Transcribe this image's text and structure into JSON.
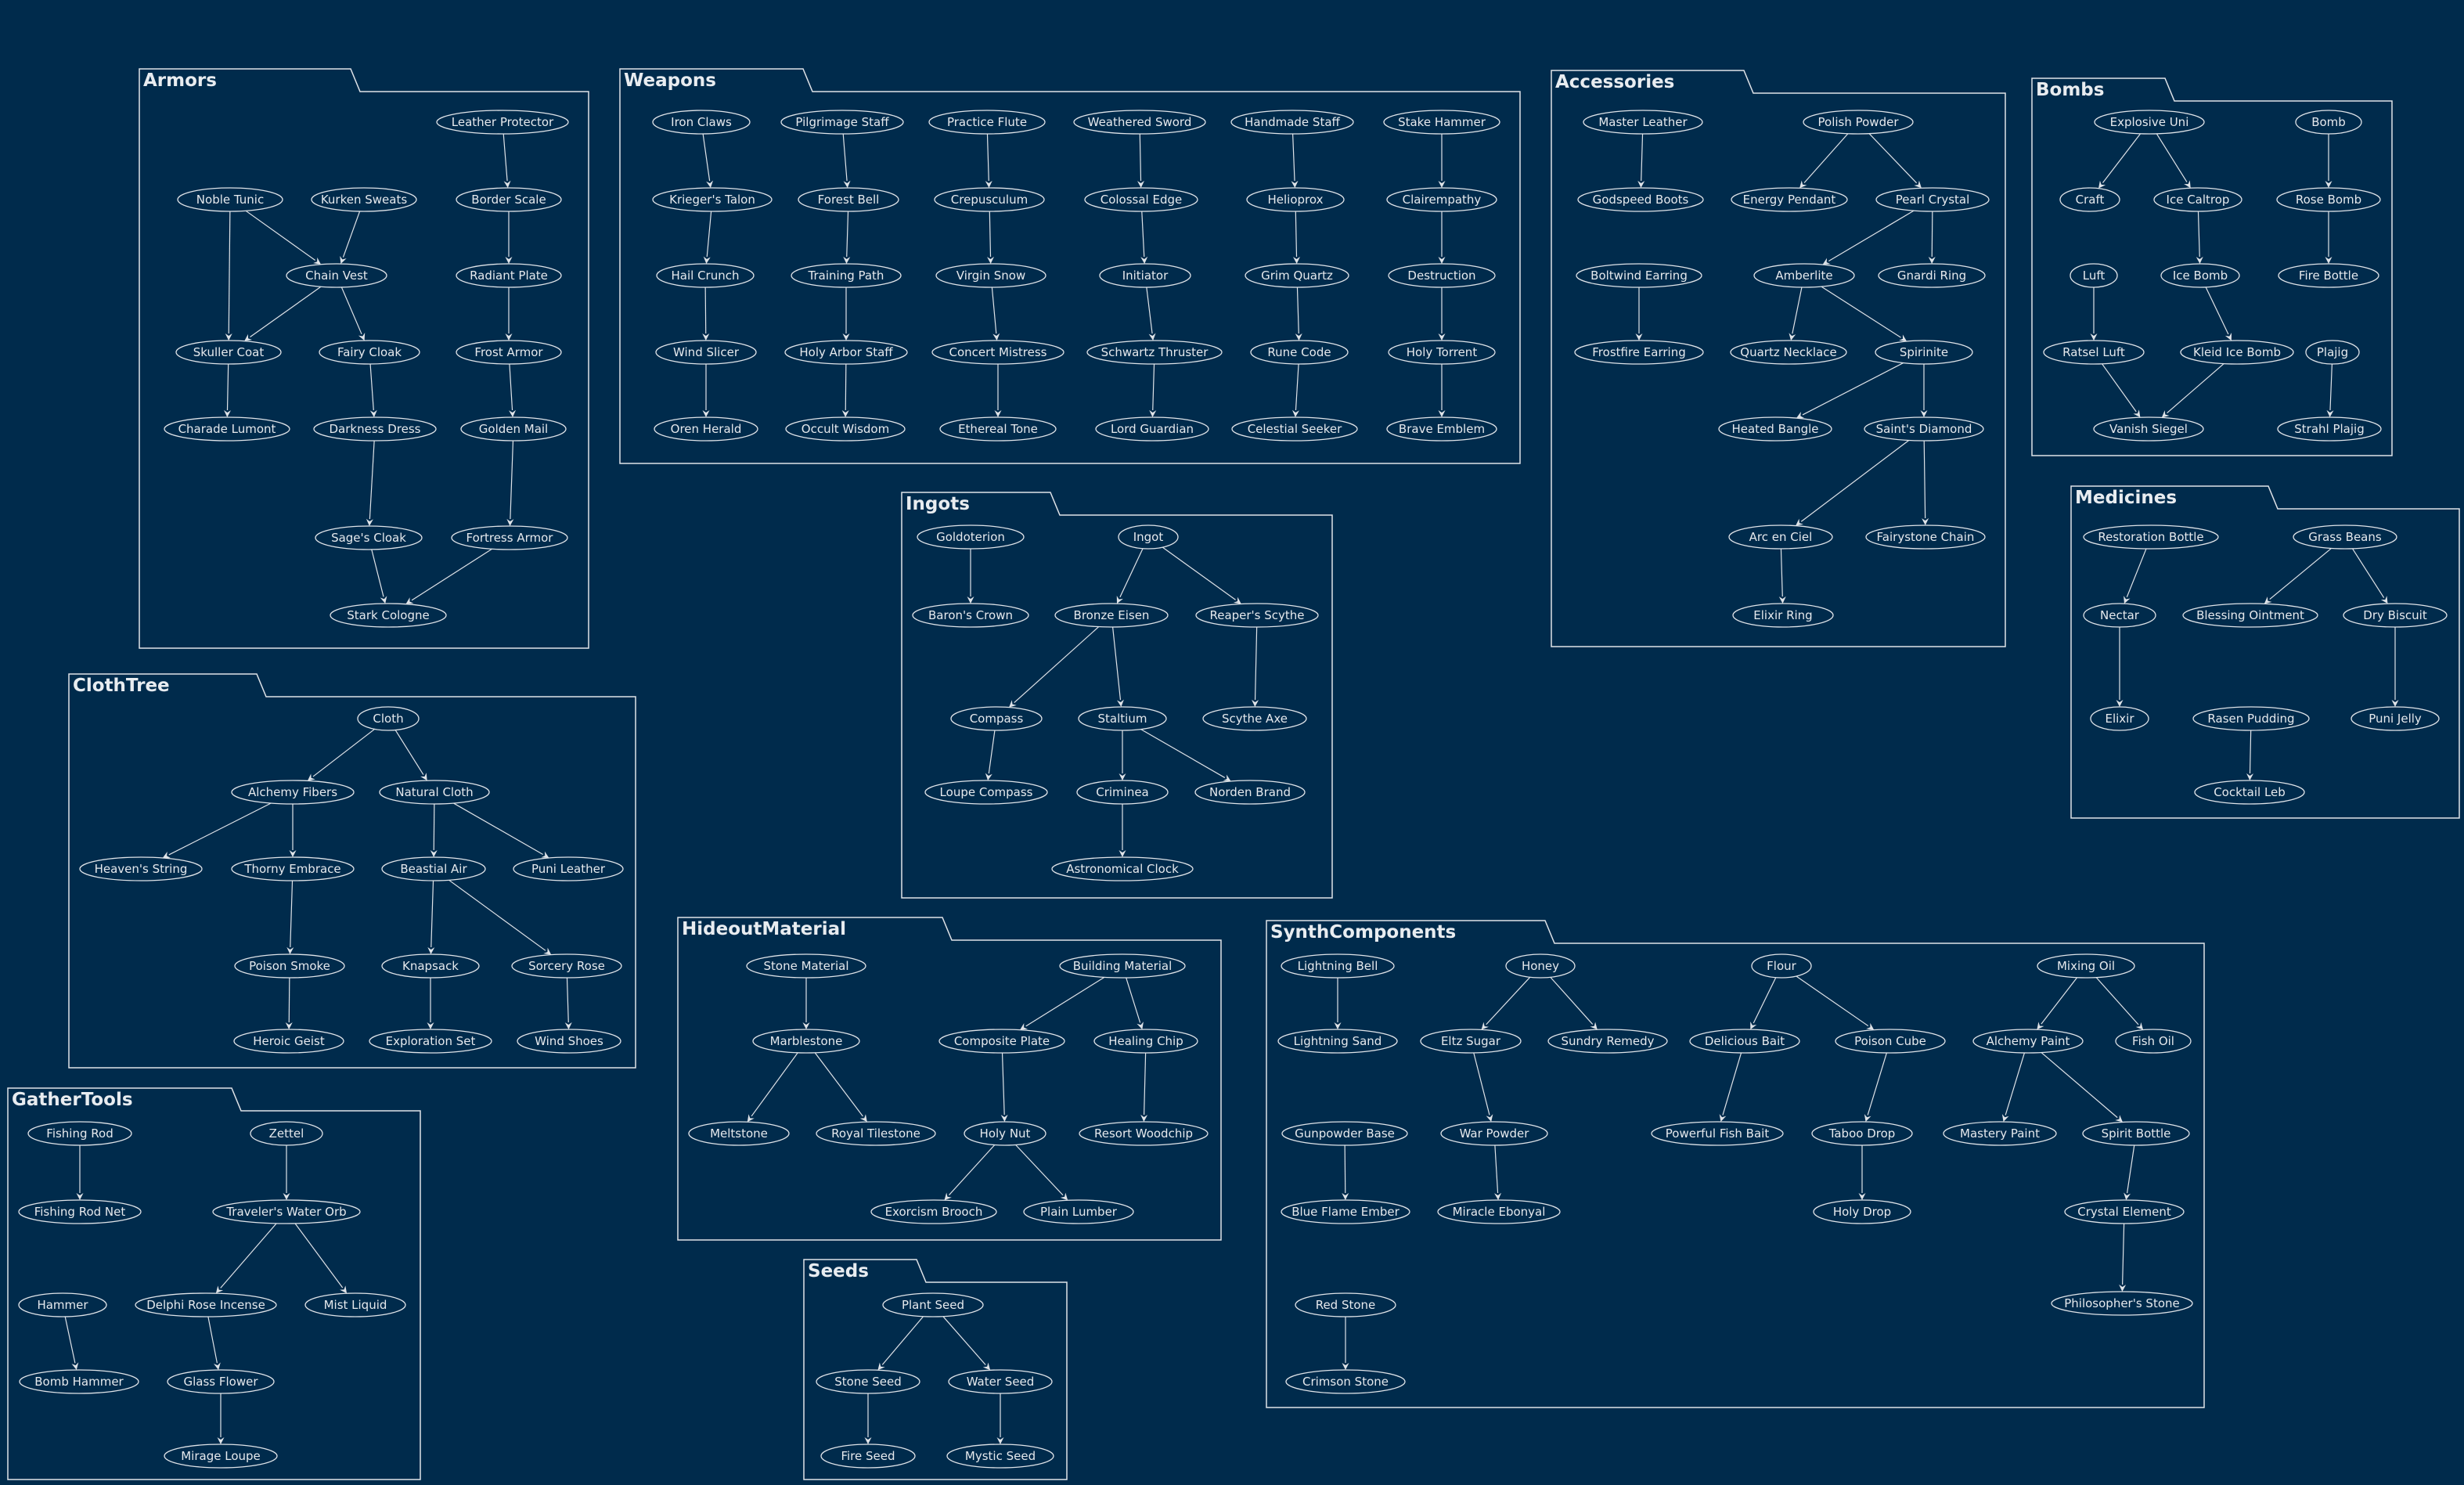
{
  "packages": [
    {
      "id": "armors",
      "title": "Armors",
      "nodes": {
        "lp": "Leather Protector",
        "nt": "Noble Tunic",
        "ks": "Kurken Sweats",
        "bs": "Border Scale",
        "cv": "Chain Vest",
        "rp": "Radiant Plate",
        "sc": "Skuller Coat",
        "fc": "Fairy Cloak",
        "fa": "Frost Armor",
        "cl": "Charade Lumont",
        "dd": "Darkness Dress",
        "gm": "Golden Mail",
        "sg": "Sage's Cloak",
        "fo": "Fortress Armor",
        "st": "Stark Cologne"
      },
      "edges": [
        [
          "lp",
          "bs"
        ],
        [
          "bs",
          "rp"
        ],
        [
          "rp",
          "fa"
        ],
        [
          "fa",
          "gm"
        ],
        [
          "gm",
          "fo"
        ],
        [
          "fo",
          "st"
        ],
        [
          "nt",
          "cv"
        ],
        [
          "ks",
          "cv"
        ],
        [
          "nt",
          "sc"
        ],
        [
          "cv",
          "sc"
        ],
        [
          "cv",
          "fc"
        ],
        [
          "sc",
          "cl"
        ],
        [
          "fc",
          "dd"
        ],
        [
          "dd",
          "sg"
        ],
        [
          "sg",
          "st"
        ]
      ]
    },
    {
      "id": "weapons",
      "title": "Weapons",
      "nodes": {
        "ic": "Iron Claws",
        "ps": "Pilgrimage Staff",
        "pf": "Practice Flute",
        "ws": "Weathered Sword",
        "hs": "Handmade Staff",
        "sh": "Stake Hammer",
        "kt": "Krieger's Talon",
        "fb": "Forest Bell",
        "cr": "Crepusculum",
        "ce": "Colossal Edge",
        "he": "Helioprox",
        "cp": "Clairempathy",
        "hc": "Hail Crunch",
        "tp": "Training Path",
        "vs": "Virgin Snow",
        "in": "Initiator",
        "gq": "Grim Quartz",
        "de": "Destruction",
        "wsl": "Wind Slicer",
        "ha": "Holy Arbor Staff",
        "cm": "Concert Mistress",
        "sth": "Schwartz Thruster",
        "rc": "Rune Code",
        "ht": "Holy Torrent",
        "oh": "Oren Herald",
        "ow": "Occult Wisdom",
        "et": "Ethereal Tone",
        "lg": "Lord Guardian",
        "cs": "Celestial Seeker",
        "be": "Brave Emblem"
      },
      "edges": [
        [
          "ic",
          "kt"
        ],
        [
          "kt",
          "hc"
        ],
        [
          "hc",
          "wsl"
        ],
        [
          "wsl",
          "oh"
        ],
        [
          "ps",
          "fb"
        ],
        [
          "fb",
          "tp"
        ],
        [
          "tp",
          "ha"
        ],
        [
          "ha",
          "ow"
        ],
        [
          "pf",
          "cr"
        ],
        [
          "cr",
          "vs"
        ],
        [
          "vs",
          "cm"
        ],
        [
          "cm",
          "et"
        ],
        [
          "ws",
          "ce"
        ],
        [
          "ce",
          "in"
        ],
        [
          "in",
          "sth"
        ],
        [
          "sth",
          "lg"
        ],
        [
          "hs",
          "he"
        ],
        [
          "he",
          "gq"
        ],
        [
          "gq",
          "rc"
        ],
        [
          "rc",
          "cs"
        ],
        [
          "sh",
          "cp"
        ],
        [
          "cp",
          "de"
        ],
        [
          "de",
          "ht"
        ],
        [
          "ht",
          "be"
        ]
      ]
    },
    {
      "id": "accessories",
      "title": "Accessories",
      "nodes": {
        "ml": "Master Leather",
        "pp": "Polish Powder",
        "gb": "Godspeed Boots",
        "ep": "Energy Pendant",
        "pc": "Pearl Crystal",
        "be": "Boltwind Earring",
        "am": "Amberlite",
        "gr": "Gnardi Ring",
        "fe": "Frostfire Earring",
        "qn": "Quartz Necklace",
        "sp": "Spirinite",
        "hb": "Heated Bangle",
        "sd": "Saint's Diamond",
        "ac": "Arc en Ciel",
        "fc": "Fairystone Chain",
        "er": "Elixir Ring"
      },
      "edges": [
        [
          "ml",
          "gb"
        ],
        [
          "pp",
          "ep"
        ],
        [
          "pp",
          "pc"
        ],
        [
          "pc",
          "am"
        ],
        [
          "pc",
          "gr"
        ],
        [
          "be",
          "fe"
        ],
        [
          "am",
          "qn"
        ],
        [
          "am",
          "sp"
        ],
        [
          "sp",
          "hb"
        ],
        [
          "sp",
          "sd"
        ],
        [
          "sd",
          "ac"
        ],
        [
          "sd",
          "fc"
        ],
        [
          "ac",
          "er"
        ]
      ]
    },
    {
      "id": "bombs",
      "title": "Bombs",
      "nodes": {
        "eu": "Explosive Uni",
        "bo": "Bomb",
        "cr": "Craft",
        "ic": "Ice Caltrop",
        "rb": "Rose Bomb",
        "ib": "Ice Bomb",
        "fb": "Fire Bottle",
        "lu": "Luft",
        "rl": "Ratsel Luft",
        "ki": "Kleid Ice Bomb",
        "pl": "Plajig",
        "vs": "Vanish Siegel",
        "sp": "Strahl Plajig"
      },
      "edges": [
        [
          "eu",
          "cr"
        ],
        [
          "eu",
          "ic"
        ],
        [
          "ic",
          "ib"
        ],
        [
          "ib",
          "ki"
        ],
        [
          "bo",
          "rb"
        ],
        [
          "rb",
          "fb"
        ],
        [
          "lu",
          "rl"
        ],
        [
          "rl",
          "vs"
        ],
        [
          "ki",
          "vs"
        ],
        [
          "pl",
          "sp"
        ]
      ]
    },
    {
      "id": "ingots",
      "title": "Ingots",
      "nodes": {
        "go": "Goldoterion",
        "ig": "Ingot",
        "bc": "Baron's Crown",
        "bz": "Bronze Eisen",
        "rs": "Reaper's Scythe",
        "co": "Compass",
        "st": "Staltium",
        "sa": "Scythe Axe",
        "lc": "Loupe Compass",
        "cr": "Criminea",
        "nb": "Norden Brand",
        "ac": "Astronomical Clock"
      },
      "edges": [
        [
          "go",
          "bc"
        ],
        [
          "ig",
          "bz"
        ],
        [
          "ig",
          "rs"
        ],
        [
          "bz",
          "co"
        ],
        [
          "bz",
          "st"
        ],
        [
          "rs",
          "sa"
        ],
        [
          "co",
          "lc"
        ],
        [
          "st",
          "cr"
        ],
        [
          "st",
          "nb"
        ],
        [
          "cr",
          "ac"
        ]
      ]
    },
    {
      "id": "medicines",
      "title": "Medicines",
      "nodes": {
        "rb": "Restoration Bottle",
        "gb": "Grass Beans",
        "ne": "Nectar",
        "bo": "Blessing Ointment",
        "db": "Dry Biscuit",
        "el": "Elixir",
        "rpu": "Rasen Pudding",
        "pj": "Puni Jelly",
        "cl": "Cocktail Leb"
      },
      "edges": [
        [
          "rb",
          "ne"
        ],
        [
          "gb",
          "bo"
        ],
        [
          "gb",
          "db"
        ],
        [
          "ne",
          "el"
        ],
        [
          "db",
          "pj"
        ],
        [
          "rpu",
          "cl"
        ]
      ]
    },
    {
      "id": "clothtree",
      "title": "ClothTree",
      "nodes": {
        "cl": "Cloth",
        "af": "Alchemy Fibers",
        "nc": "Natural Cloth",
        "hs": "Heaven's String",
        "te": "Thorny Embrace",
        "ba": "Beastial Air",
        "pl": "Puni Leather",
        "ps": "Poison Smoke",
        "kn": "Knapsack",
        "sr": "Sorcery Rose",
        "hg": "Heroic Geist",
        "es": "Exploration Set",
        "ws": "Wind Shoes"
      },
      "edges": [
        [
          "cl",
          "af"
        ],
        [
          "cl",
          "nc"
        ],
        [
          "af",
          "hs"
        ],
        [
          "af",
          "te"
        ],
        [
          "nc",
          "ba"
        ],
        [
          "nc",
          "pl"
        ],
        [
          "te",
          "ps"
        ],
        [
          "ba",
          "kn"
        ],
        [
          "ba",
          "sr"
        ],
        [
          "ps",
          "hg"
        ],
        [
          "kn",
          "es"
        ],
        [
          "sr",
          "ws"
        ]
      ]
    },
    {
      "id": "hideout",
      "title": "HideoutMaterial",
      "nodes": {
        "sm": "Stone Material",
        "bm": "Building Material",
        "mb": "Marblestone",
        "cp": "Composite Plate",
        "hc": "Healing Chip",
        "me": "Meltstone",
        "rt": "Royal Tilestone",
        "hn": "Holy Nut",
        "rw": "Resort Woodchip",
        "eb": "Exorcism Brooch",
        "pl": "Plain Lumber"
      },
      "edges": [
        [
          "sm",
          "mb"
        ],
        [
          "mb",
          "me"
        ],
        [
          "mb",
          "rt"
        ],
        [
          "bm",
          "cp"
        ],
        [
          "bm",
          "hc"
        ],
        [
          "cp",
          "hn"
        ],
        [
          "hc",
          "rw"
        ],
        [
          "hn",
          "eb"
        ],
        [
          "hn",
          "pl"
        ]
      ]
    },
    {
      "id": "synth",
      "title": "SynthComponents",
      "nodes": {
        "lb": "Lightning Bell",
        "ho": "Honey",
        "fl": "Flour",
        "mo": "Mixing Oil",
        "ls": "Lightning Sand",
        "es": "Eltz Sugar",
        "sr": "Sundry Remedy",
        "db": "Delicious Bait",
        "pc": "Poison Cube",
        "ap": "Alchemy Paint",
        "fo": "Fish Oil",
        "gb": "Gunpowder Base",
        "wp": "War Powder",
        "pf": "Powerful Fish Bait",
        "td": "Taboo Drop",
        "mp": "Mastery Paint",
        "sb": "Spirit Bottle",
        "bf": "Blue Flame Ember",
        "me": "Miracle Ebonyal",
        "hd": "Holy Drop",
        "ce": "Crystal Element",
        "rs": "Red Stone",
        "ps": "Philosopher's Stone",
        "cs": "Crimson Stone"
      },
      "edges": [
        [
          "lb",
          "ls"
        ],
        [
          "ho",
          "es"
        ],
        [
          "ho",
          "sr"
        ],
        [
          "es",
          "wp"
        ],
        [
          "wp",
          "me"
        ],
        [
          "gb",
          "bf"
        ],
        [
          "rs",
          "cs"
        ],
        [
          "fl",
          "db"
        ],
        [
          "fl",
          "pc"
        ],
        [
          "db",
          "pf"
        ],
        [
          "pc",
          "td"
        ],
        [
          "td",
          "hd"
        ],
        [
          "mo",
          "ap"
        ],
        [
          "mo",
          "fo"
        ],
        [
          "ap",
          "mp"
        ],
        [
          "ap",
          "sb"
        ],
        [
          "sb",
          "ce"
        ],
        [
          "ce",
          "ps"
        ]
      ]
    },
    {
      "id": "gathertools",
      "title": "GatherTools",
      "nodes": {
        "fr": "Fishing Rod",
        "ze": "Zettel",
        "fn": "Fishing Rod Net",
        "tw": "Traveler's Water Orb",
        "hm": "Hammer",
        "dr": "Delphi Rose Incense",
        "ml": "Mist Liquid",
        "bh": "Bomb Hammer",
        "gf": "Glass Flower",
        "mi": "Mirage Loupe"
      },
      "edges": [
        [
          "fr",
          "fn"
        ],
        [
          "ze",
          "tw"
        ],
        [
          "tw",
          "dr"
        ],
        [
          "tw",
          "ml"
        ],
        [
          "dr",
          "gf"
        ],
        [
          "gf",
          "mi"
        ],
        [
          "hm",
          "bh"
        ]
      ]
    },
    {
      "id": "seeds",
      "title": "Seeds",
      "nodes": {
        "ps": "Plant Seed",
        "ss": "Stone Seed",
        "ws": "Water Seed",
        "fs": "Fire Seed",
        "ms": "Mystic Seed"
      },
      "edges": [
        [
          "ps",
          "ss"
        ],
        [
          "ps",
          "ws"
        ],
        [
          "ss",
          "fs"
        ],
        [
          "ws",
          "ms"
        ]
      ]
    }
  ]
}
